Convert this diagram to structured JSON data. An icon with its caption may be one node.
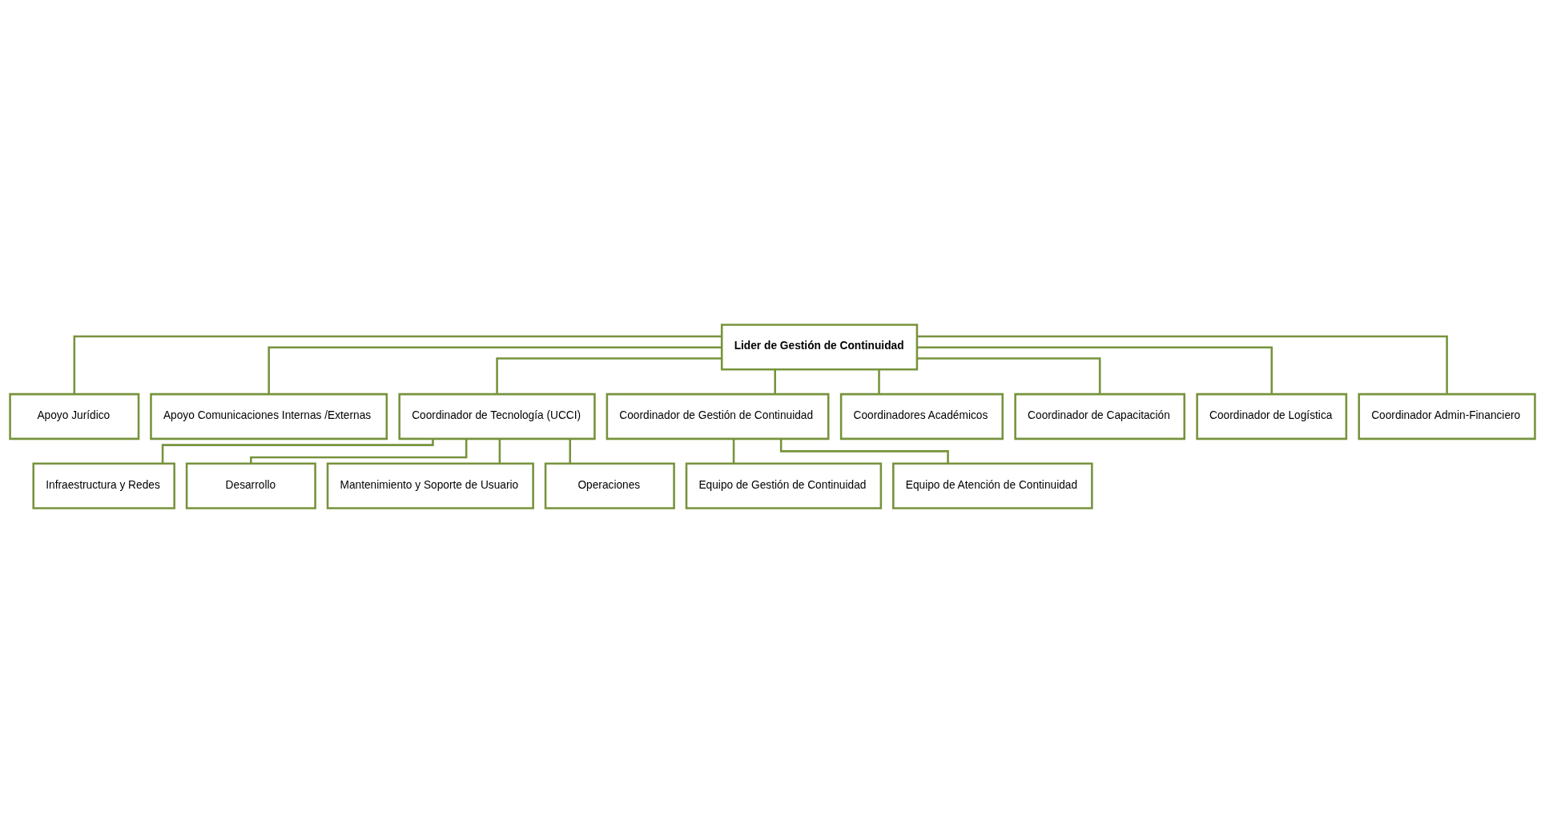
{
  "diagram": {
    "nodes": [
      {
        "text": [
          "Lider de Gestión de Continuidad"
        ]
      },
      {
        "text": [
          "Apoyo Jurídico"
        ]
      },
      {
        "text": [
          "Apoyo Comunicaciones Internas /Externas"
        ]
      },
      {
        "text": [
          "Coordinador de Tecnología (UCCI)"
        ]
      },
      {
        "text": [
          "Coordinador de Gestión de Continuidad"
        ]
      },
      {
        "text": [
          "Coordinadores Académicos"
        ]
      },
      {
        "text": [
          "Coordinador de Capacitación"
        ]
      },
      {
        "text": [
          "Coordinador de Logística"
        ]
      },
      {
        "text": [
          "Coordinador Admin-Financiero"
        ]
      },
      {
        "text": [
          "Infraestructura y Redes"
        ]
      },
      {
        "text": [
          "Desarrollo"
        ]
      },
      {
        "text": [
          "Mantenimiento y Soporte de Usuario"
        ]
      },
      {
        "text": [
          "Operaciones"
        ]
      },
      {
        "text": [
          "Equipo de Gestión de Continuidad"
        ]
      },
      {
        "text": [
          "Equipo de Atención de Continuidad"
        ]
      }
    ],
    "edges": [
      {
        "from": 0,
        "to": 1,
        "arrow": "none"
      },
      {
        "from": 0,
        "to": 2,
        "arrow": "none"
      },
      {
        "from": 0,
        "to": 3,
        "arrow": "none"
      },
      {
        "from": 0,
        "to": 4,
        "arrow": "none"
      },
      {
        "from": 0,
        "to": 5,
        "arrow": "none"
      },
      {
        "from": 0,
        "to": 6,
        "arrow": "none"
      },
      {
        "from": 0,
        "to": 7,
        "arrow": "none"
      },
      {
        "from": 0,
        "to": 8,
        "arrow": "none"
      },
      {
        "from": 3,
        "to": 9,
        "arrow": "none"
      },
      {
        "from": 3,
        "to": 10,
        "arrow": "none"
      },
      {
        "from": 3,
        "to": 11,
        "arrow": "none"
      },
      {
        "from": 3,
        "to": 12,
        "arrow": "none"
      },
      {
        "from": 4,
        "to": 13,
        "arrow": "none"
      },
      {
        "from": 4,
        "to": 14,
        "arrow": "none"
      }
    ]
  }
}
